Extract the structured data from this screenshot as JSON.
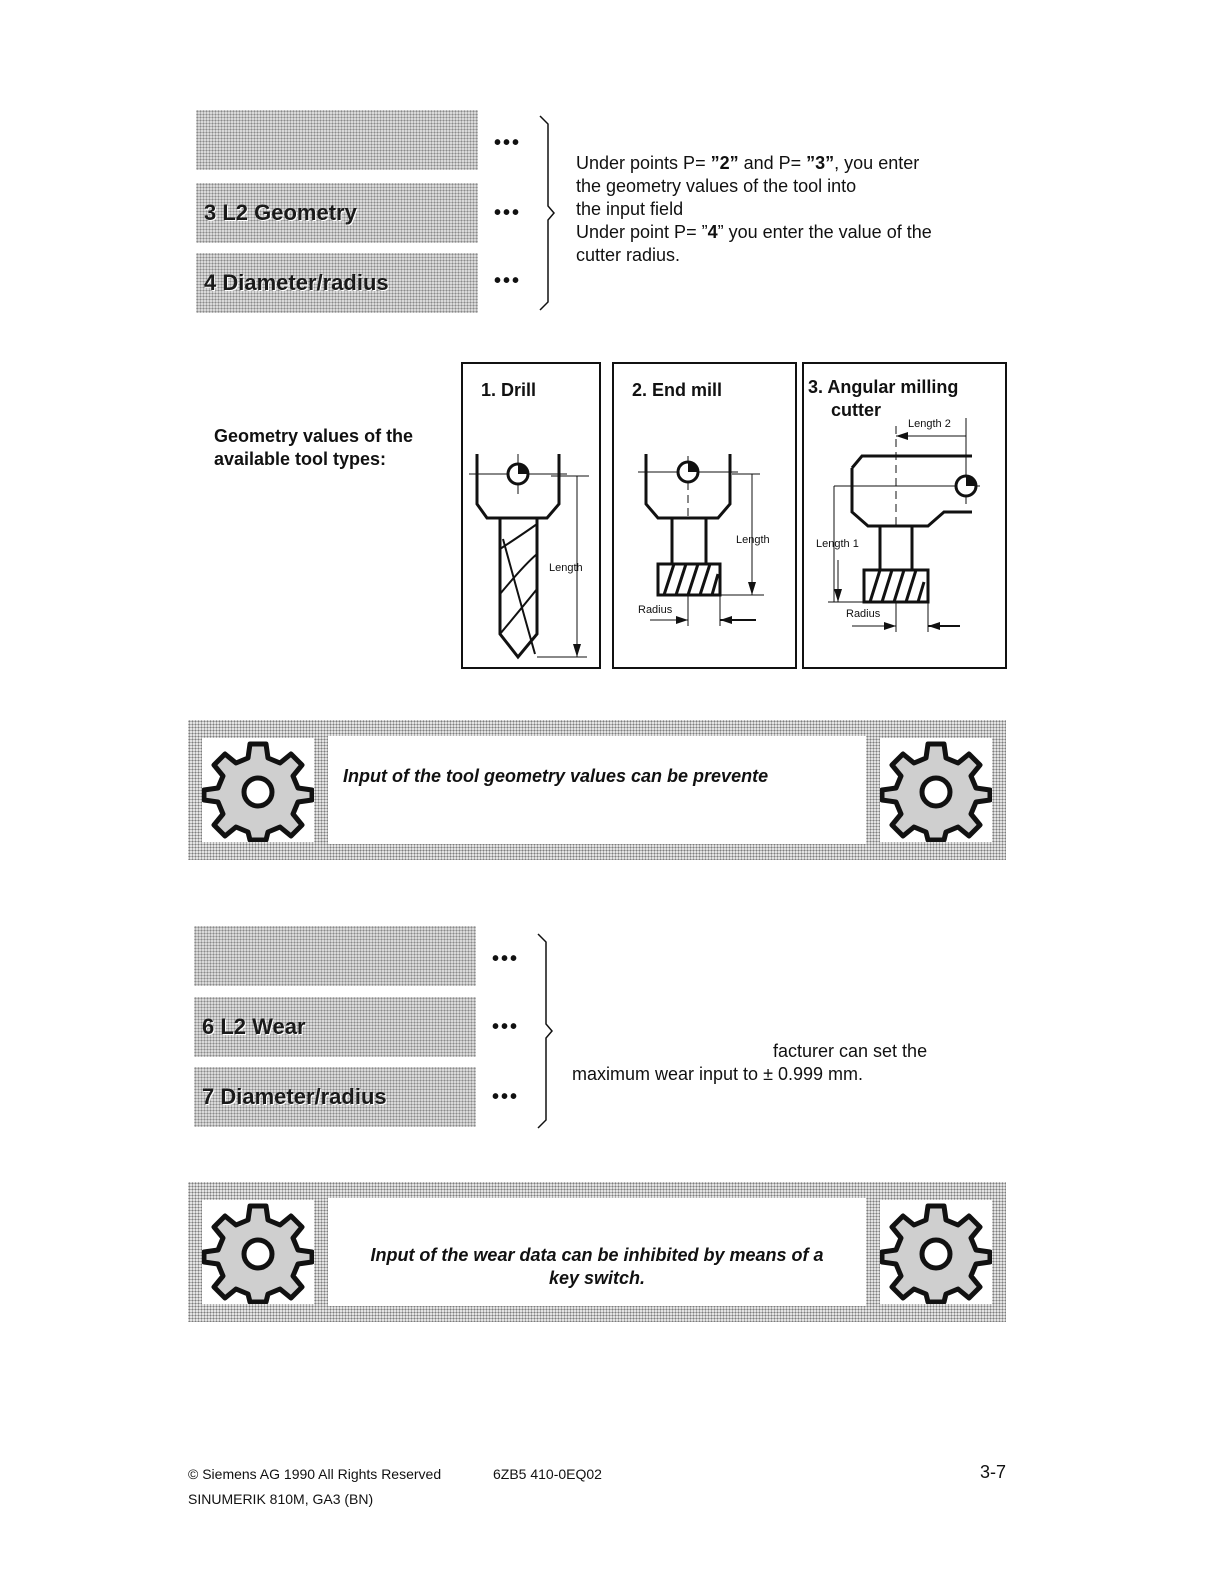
{
  "section1": {
    "softkeys": [
      {
        "label": ""
      },
      {
        "label": "3  L2 Geometry"
      },
      {
        "label": "4  Diameter/radius"
      }
    ],
    "dots": "•••",
    "description": {
      "line1_pre": "Under points P= ",
      "line1_b1": "”2”",
      "line1_mid": " and P= ",
      "line1_b2": "”3”",
      "line1_post": ", you enter",
      "line2": "the geometry values of the tool into",
      "line3": "the input field",
      "line4_pre": "Under point P= ”",
      "line4_b": "4",
      "line4_post": "” you enter the value of the",
      "line5": "cutter radius."
    }
  },
  "tool_types": {
    "caption_line1": "Geometry values of the",
    "caption_line2": "available tool types:",
    "drill": {
      "title": "1. Drill",
      "length_label": "Length"
    },
    "end_mill": {
      "title": "2. End mill",
      "length_label": "Length",
      "radius_label": "Radius"
    },
    "angular": {
      "title_line1": "3. Angular milling",
      "title_line2": "cutter",
      "length1_label": "Length 1",
      "length2_label": "Length 2",
      "radius_label": "Radius"
    }
  },
  "notice1": {
    "text": "Input of the tool geometry values can be prevente"
  },
  "section2": {
    "softkeys": [
      {
        "label": ""
      },
      {
        "label": "6  L2 Wear"
      },
      {
        "label": "7  Diameter/radius"
      }
    ],
    "dots": "•••",
    "description": {
      "line1": "facturer can set the",
      "line2": "maximum wear input to ± 0.999 mm."
    }
  },
  "notice2": {
    "line1": "Input of the wear data can be inhibited by means of a",
    "line2": "key switch."
  },
  "footer": {
    "copyright": "© Siemens AG 1990 All Rights Reserved",
    "order_no": "6ZB5 410-0EQ02",
    "product": "SINUMERIK 810M, GA3 (BN)",
    "page": "3-7"
  }
}
